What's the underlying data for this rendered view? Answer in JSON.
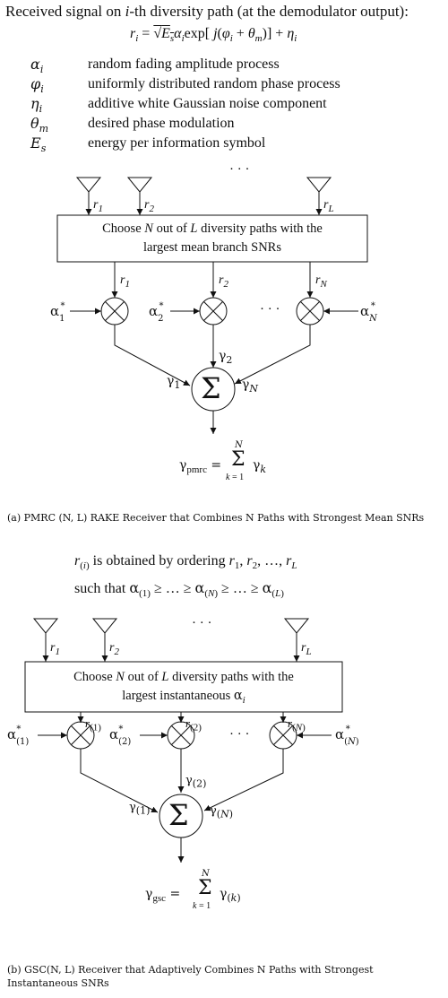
{
  "header": {
    "intro": "Received signal on i-th diversity path (at the demodulator output):",
    "equation": "r_i = √E_s α_i exp[ j(φ_i + θ_m)] + η_i",
    "definitions": [
      {
        "symbol": "α_i",
        "text": "random fading amplitude process"
      },
      {
        "symbol": "φ_i",
        "text": "uniformly distributed random phase process"
      },
      {
        "symbol": "η_i",
        "text": "additive white Gaussian noise component"
      },
      {
        "symbol": "θ_m",
        "text": "desired phase modulation"
      },
      {
        "symbol": "E_s",
        "text": "energy per information symbol"
      }
    ]
  },
  "diagram_a": {
    "box_text": "Choose N out of L diversity paths with the largest mean branch SNRs",
    "antenna_labels": [
      "r1",
      "r2",
      "rL"
    ],
    "branch_labels": [
      "r1",
      "r2",
      "rN"
    ],
    "weights": [
      "α1*",
      "α2*",
      "αN*"
    ],
    "snr_labels": [
      "γ1",
      "γ2",
      "γN"
    ],
    "output_formula": "γpmrc = Σ_{k=1}^{N} γk",
    "caption": "(a) PMRC (N, L) RAKE Receiver that Combines N Paths with Strongest Mean SNRs"
  },
  "ordering_note": {
    "line1": "r(i) is obtained by ordering r1, r2, ..., rL",
    "line2": "such that α(1) ≥ ... ≥ α(N) ≥ ... ≥ α(L)"
  },
  "diagram_b": {
    "box_text": "Choose N out of L diversity paths with the largest instantaneous αi",
    "antenna_labels": [
      "r1",
      "r2",
      "rL"
    ],
    "branch_labels": [
      "r(1)",
      "r(2)",
      "r(N)"
    ],
    "weights": [
      "α(1)*",
      "α(2)*",
      "α(N)*"
    ],
    "snr_labels": [
      "γ(1)",
      "γ(2)",
      "γ(N)"
    ],
    "output_formula": "γgsc = Σ_{k=1}^{N} γ(k)",
    "caption": "(b) GSC(N, L) Receiver that Adaptively Combines N Paths with Strongest Instantaneous SNRs"
  }
}
